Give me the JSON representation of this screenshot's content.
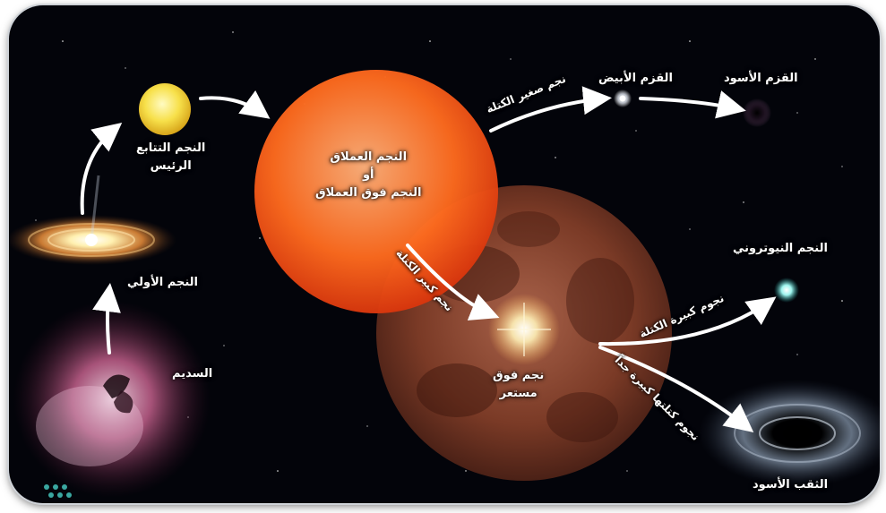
{
  "stages": {
    "nebula": "السديم",
    "protostar": "النجم الأولي",
    "main_sequence": [
      "النجم التتابع",
      "الرئيس"
    ],
    "giant": [
      "النجم العملاق",
      "أو",
      "النجم فوق العملاق"
    ],
    "white_dwarf": "القزم الأبيض",
    "black_dwarf": "القزم الأسود",
    "supernova": [
      "نجم فوق",
      "مستعر"
    ],
    "neutron_star": "النجم النيوتروني",
    "black_hole": "الثقب الأسود"
  },
  "paths": {
    "low_mass": "نجم صغير الكتلة",
    "high_mass": "نجم كبير الكتلة",
    "massive": "نجوم كبيرة الكتلة",
    "very_massive": "نجوم كتلتها كبيرة جداً"
  },
  "colors": {
    "background": "#03040a",
    "main_sequence_star": "#f7e04a",
    "giant_star": "#ff6b1e",
    "supernova_remnant": "#7a3a26",
    "neutron_star": "#9ff5ee",
    "arrow": "#ffffff"
  }
}
